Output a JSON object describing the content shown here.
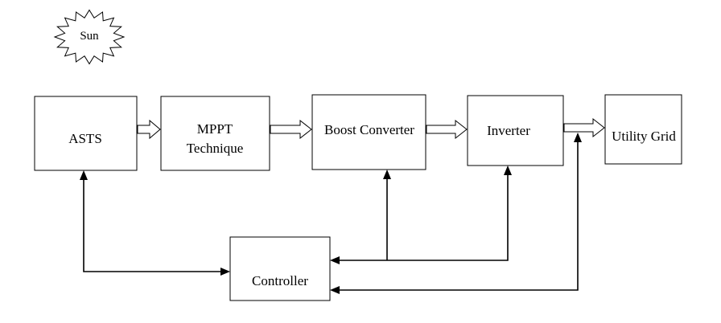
{
  "sun": {
    "label": "Sun"
  },
  "blocks": {
    "asts": {
      "label": "ASTS"
    },
    "mppt": {
      "line1": "MPPT",
      "line2": "Technique"
    },
    "boost": {
      "label": "Boost Converter"
    },
    "inverter": {
      "label": "Inverter"
    },
    "grid": {
      "label": "Utility Grid"
    },
    "controller": {
      "label": "Controller"
    }
  }
}
